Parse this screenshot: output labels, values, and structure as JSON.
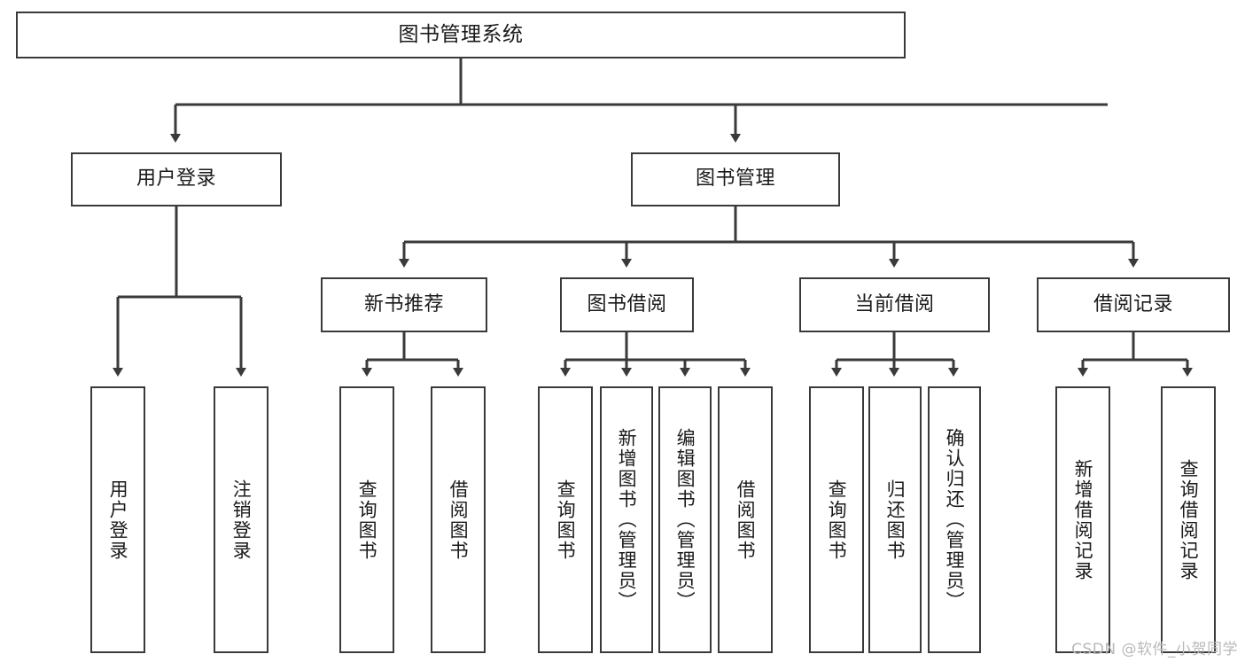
{
  "diagram": {
    "title": "图书管理系统",
    "type": "tree",
    "watermark": "CSDN @软件_小贺同学",
    "colors": {
      "stroke": "#3a3a3a",
      "fill": "#ffffff",
      "text": "#1a1a1a",
      "watermark": "#b9b9b9"
    },
    "nodes": {
      "root": "图书管理系统",
      "level2": [
        "用户登录",
        "图书管理"
      ],
      "level3": [
        "新书推荐",
        "图书借阅",
        "当前借阅",
        "借阅记录"
      ],
      "leaves_user_login": [
        "用户登录",
        "注销登录"
      ],
      "leaves_new_book": [
        "查询图书",
        "借阅图书"
      ],
      "leaves_borrow": [
        "查询图书",
        "新增图书（管理员）",
        "编辑图书（管理员）",
        "借阅图书"
      ],
      "leaves_current": [
        "查询图书",
        "归还图书",
        "确认归还（管理员）"
      ],
      "leaves_record": [
        "新增借阅记录",
        "查询借阅记录"
      ]
    }
  }
}
